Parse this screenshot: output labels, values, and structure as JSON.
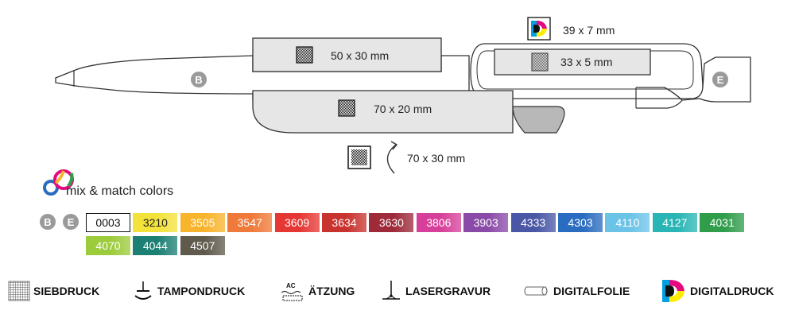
{
  "print_areas": [
    {
      "label": "50 x 30 mm"
    },
    {
      "label": "33 x 5 mm"
    },
    {
      "label": "70 x 20 mm"
    },
    {
      "label": "70 x 30 mm"
    },
    {
      "label": "39 x 7 mm"
    }
  ],
  "pen_badges": {
    "b": "B",
    "e": "E"
  },
  "mix_match": {
    "label": "mix & match colors"
  },
  "swatch_badges": {
    "b": "B",
    "e": "E"
  },
  "swatches": [
    {
      "code": "0003",
      "color": "#ffffff",
      "text": "#111111"
    },
    {
      "code": "3210",
      "color": "#f3e23a",
      "text": "#222222"
    },
    {
      "code": "3505",
      "color": "#f7b42c",
      "text": "#ffffff"
    },
    {
      "code": "3547",
      "color": "#ef7a3a",
      "text": "#ffffff"
    },
    {
      "code": "3609",
      "color": "#e53834",
      "text": "#ffffff"
    },
    {
      "code": "3634",
      "color": "#c8332f",
      "text": "#ffffff"
    },
    {
      "code": "3630",
      "color": "#9e2a3a",
      "text": "#ffffff"
    },
    {
      "code": "3806",
      "color": "#d7409a",
      "text": "#ffffff"
    },
    {
      "code": "3903",
      "color": "#8a4aa8",
      "text": "#ffffff"
    },
    {
      "code": "4333",
      "color": "#4a57a6",
      "text": "#ffffff"
    },
    {
      "code": "4303",
      "color": "#2a6cc0",
      "text": "#ffffff"
    },
    {
      "code": "4110",
      "color": "#6cc3e8",
      "text": "#ffffff"
    },
    {
      "code": "4127",
      "color": "#29b5b5",
      "text": "#ffffff"
    },
    {
      "code": "4031",
      "color": "#2f9d4a",
      "text": "#ffffff"
    },
    {
      "code": "4070",
      "color": "#9ccb3b",
      "text": "#ffffff"
    },
    {
      "code": "4044",
      "color": "#1c7f74",
      "text": "#ffffff"
    },
    {
      "code": "4507",
      "color": "#5f5a4c",
      "text": "#ffffff"
    }
  ],
  "legend": [
    {
      "label": "SIEBDRUCK",
      "icon": "screen-print-icon"
    },
    {
      "label": "TAMPONDRUCK",
      "icon": "pad-print-icon"
    },
    {
      "label": "ÄTZUNG",
      "icon": "etching-icon",
      "icon_text": "AC"
    },
    {
      "label": "LASERGRAVUR",
      "icon": "laser-engraving-icon"
    },
    {
      "label": "DIGITALFOLIE",
      "icon": "digital-foil-icon"
    },
    {
      "label": "DIGITALDRUCK",
      "icon": "digital-print-icon"
    }
  ],
  "colors": {
    "area_fill": "#e6e6e6",
    "outline": "#333333",
    "badge": "#9a9a9a",
    "cmyk_c": "#00a0e3",
    "cmyk_m": "#e5097f",
    "cmyk_y": "#ffec00",
    "cmyk_k": "#111111"
  }
}
